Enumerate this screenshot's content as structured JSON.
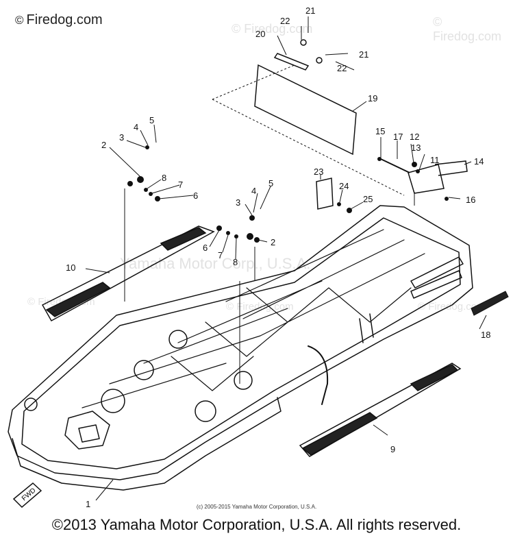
{
  "watermark": {
    "brand": "Firedog.com",
    "symbol": "©",
    "center": "Yamaha Motor Corp., U.S.A."
  },
  "small_copyright": "(c) 2005-2015 Yamaha Motor Corporation, U.S.A.",
  "footer": "©2013 Yamaha Motor Corporation, U.S.A. All rights reserved.",
  "fwd_label": "FWD",
  "callouts": [
    "1",
    "2",
    "3",
    "4",
    "5",
    "6",
    "7",
    "8",
    "9",
    "10",
    "11",
    "12",
    "13",
    "14",
    "15",
    "16",
    "17",
    "18",
    "19",
    "20",
    "21",
    "22",
    "23",
    "24",
    "25"
  ],
  "colors": {
    "ink": "#111111",
    "watermark": "#e2e2e2",
    "background": "#ffffff"
  }
}
